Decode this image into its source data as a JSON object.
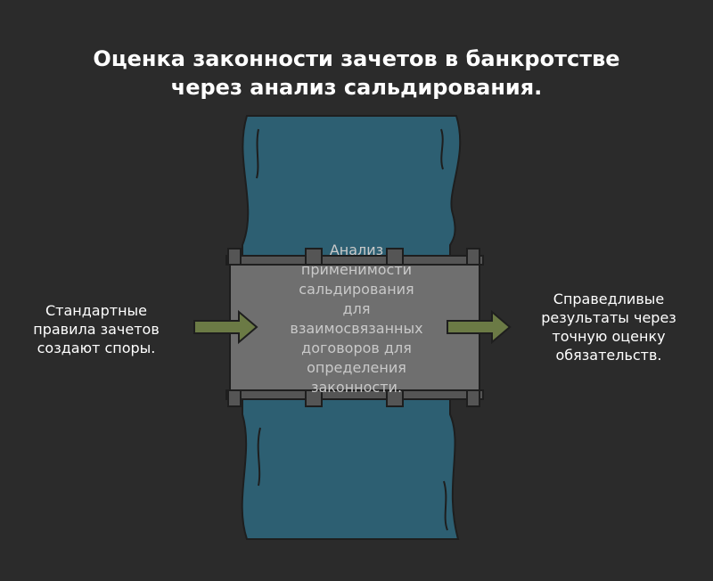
{
  "title": {
    "line1": "Оценка законности зачетов в банкротстве",
    "line2": "через анализ сальдирования."
  },
  "left": {
    "lines": [
      "Стандартные",
      "правила зачетов",
      "создают споры."
    ]
  },
  "center": {
    "lines": [
      "Анализ",
      "применимости",
      "сальдирования",
      "для",
      "взаимосвязанных",
      "договоров для",
      "определения",
      "законности."
    ]
  },
  "right": {
    "lines": [
      "Справедливые",
      "результаты через",
      "точную оценку",
      "обязательств."
    ]
  },
  "colors": {
    "background": "#2b2b2b",
    "river": "#2d5f72",
    "bridge": "#6f6f6f",
    "arrow": "#6b7a45",
    "outline": "#1e1e1e"
  }
}
